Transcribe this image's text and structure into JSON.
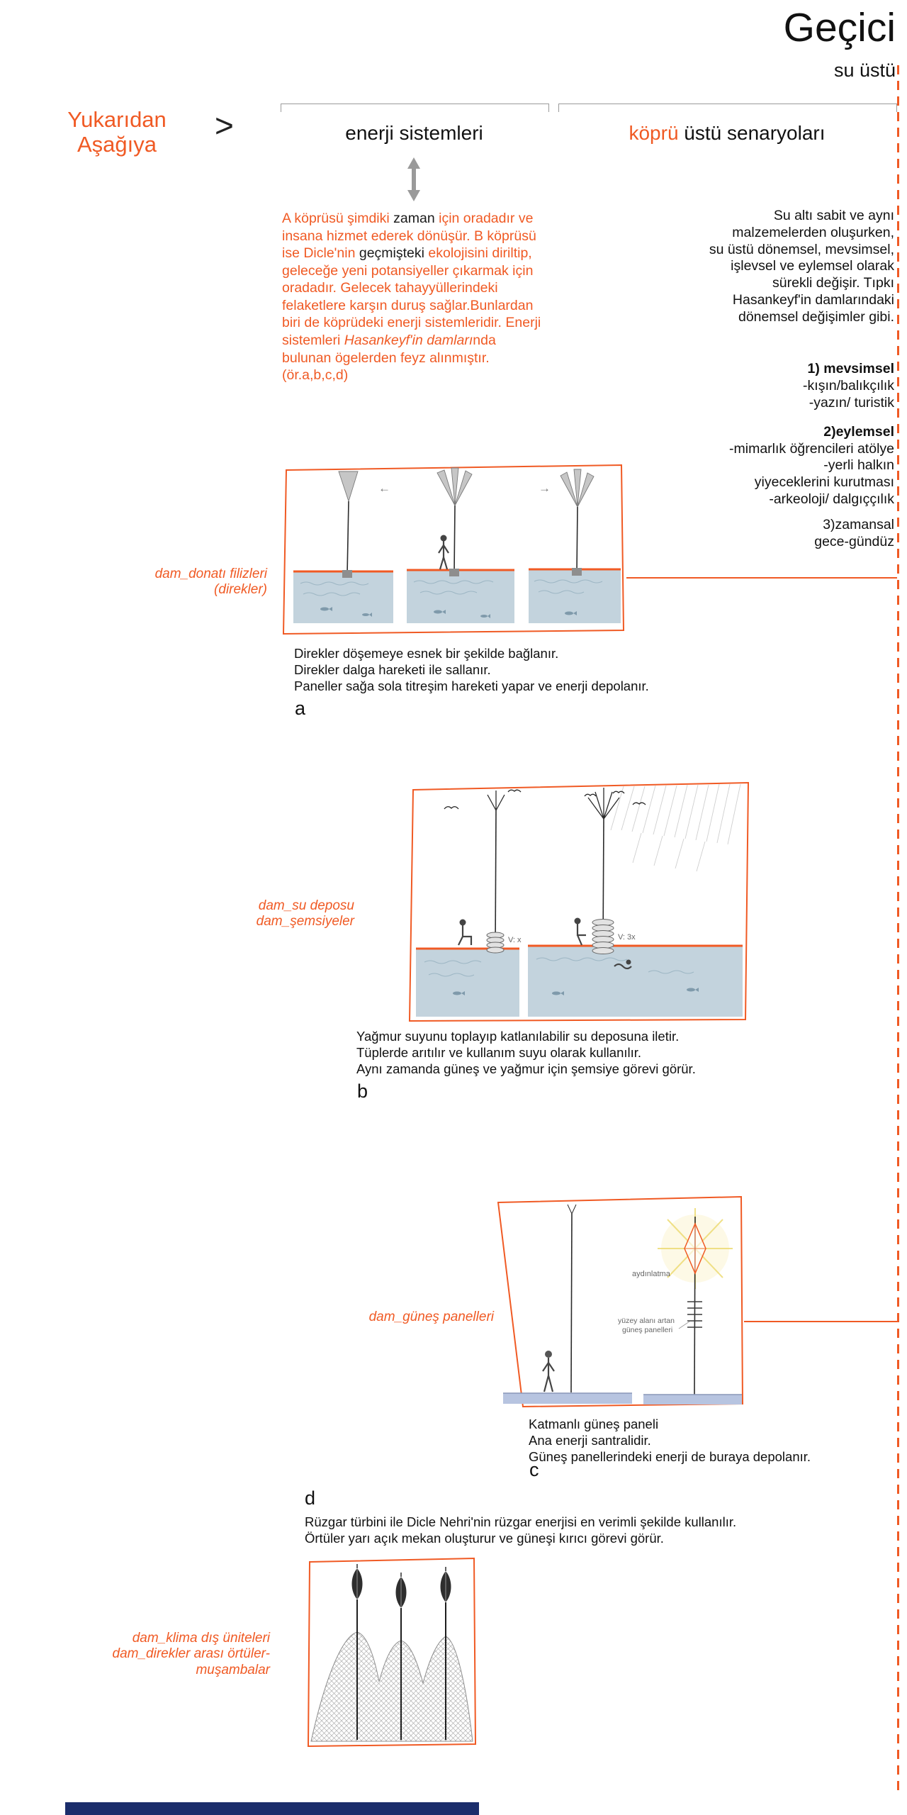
{
  "header": {
    "title": "Geçici",
    "subtitle": "su üstü",
    "flow_label": "Yukarıdan\nAşağıya",
    "chevron": ">",
    "col_energy": "enerji sistemleri",
    "col_bridge_orange": "köprü",
    "col_bridge_rest": " üstü senaryoları"
  },
  "intro": {
    "seg1": "A köprüsü şimdiki ",
    "seg2": "zaman",
    "seg3": " için oradadır ve insana hizmet ederek dönüşür. B köprüsü ise Dicle'nin ",
    "seg4": "geçmişteki",
    "seg5": " ekolojisini diriltip, geleceğe yeni potansiyeller çıkarmak için oradadır. Gelecek tahayyüllerindeki felaketlere karşın duruş sağlar.Bunlardan biri de köprüdeki enerji sistemleridir. Enerji sistemleri ",
    "seg6": "Hasankeyf'in damları",
    "seg7": "nda bulunan ögelerden feyz alınmıştır. (ör.a,b,c,d)"
  },
  "scenarios": {
    "paragraph": "Su altı sabit ve aynı\nmalzemelerden oluşurken,\nsu üstü dönemsel, mevsimsel,\nişlevsel ve eylemsel olarak\nsürekli değişir. Tıpkı\nHasankeyf'in damlarındaki\ndönemsel değişimler gibi.",
    "item1_title": "1) mevsimsel",
    "item1_lines": "-kışın/balıkçılık\n-yazın/ turistik",
    "item2_title": "2)eylemsel",
    "item2_lines": "-mimarlık öğrencileri atölye\n-yerli halkın\nyiyeceklerini kurutması\n-arkeoloji/ dalgıççılık",
    "item3_title": "3)zamansal",
    "item3_lines": "gece-gündüz"
  },
  "section_a": {
    "label": "dam_donatı filizleri\n(direkler)",
    "description": "Direkler döşemeye esnek bir şekilde bağlanır.\nDirekler dalga hareketi ile sallanır.\nPaneller sağa sola titreşim hareketi yapar ve enerji depolanır.",
    "letter": "a",
    "arrow_left": "←",
    "arrow_right": "→"
  },
  "section_b": {
    "label": "dam_su deposu\ndam_şemsiyeler",
    "description": "Yağmur suyunu toplayıp katlanılabilir su deposuna iletir.\nTüplerde arıtılır ve kullanım suyu olarak kullanılır.\nAynı zamanda güneş ve yağmur için şemsiye görevi görür.",
    "letter": "b",
    "volume_small": "V: x",
    "volume_large": "V: 3x"
  },
  "section_c": {
    "label": "dam_güneş panelleri",
    "description": "Katmanlı güneş paneli\nAna enerji santralidir.\nGüneş panellerindeki enerji de buraya depolanır.",
    "letter": "c",
    "annotation_light": "aydınlatma",
    "annotation_panels_l1": "yüzey alanı artan",
    "annotation_panels_l2": "güneş panelleri"
  },
  "section_d": {
    "letter": "d",
    "description": "Rüzgar türbini ile Dicle Nehri'nin rüzgar enerjisi en verimli şekilde kullanılır.\nÖrtüler yarı açık mekan oluşturur ve güneşi kırıcı görevi görür.",
    "label": "dam_klima dış üniteleri\ndam_direkler arası örtüler-muşambalar"
  },
  "colors": {
    "accent_orange": "#F05A24",
    "water_blue": "#c3d3dd",
    "floor_blue": "#b7c4e0",
    "navy_bar": "#1b2d6b"
  }
}
